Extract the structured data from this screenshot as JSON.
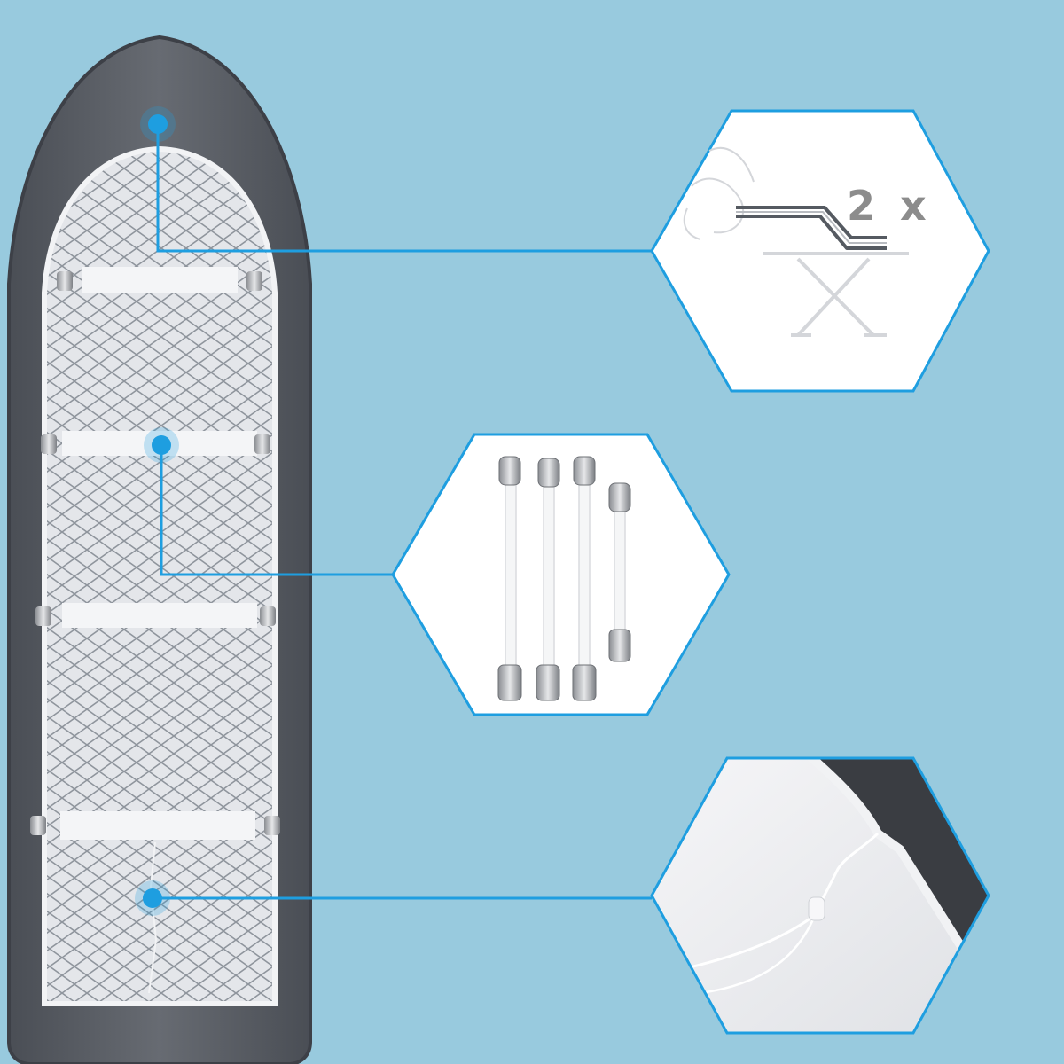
{
  "colors": {
    "background": "#98cade",
    "accent": "#1e9ee0",
    "cover_dark": "#5b5f66",
    "cover_edge": "#3d4047",
    "mesh_bg": "#e4e6ea",
    "mesh_line": "#8f959d",
    "strap": "#f4f5f7",
    "hexagon_fill": "#ffffff"
  },
  "callouts": [
    {
      "name": "hanger-callout",
      "icon": "ironing-board-outline-icon",
      "text": "2 x"
    },
    {
      "name": "straps-callout",
      "icon": "elastic-clip-strap-icon",
      "count": 4
    },
    {
      "name": "drawstring-callout",
      "icon": "drawstring-cord-closeup-icon"
    }
  ]
}
